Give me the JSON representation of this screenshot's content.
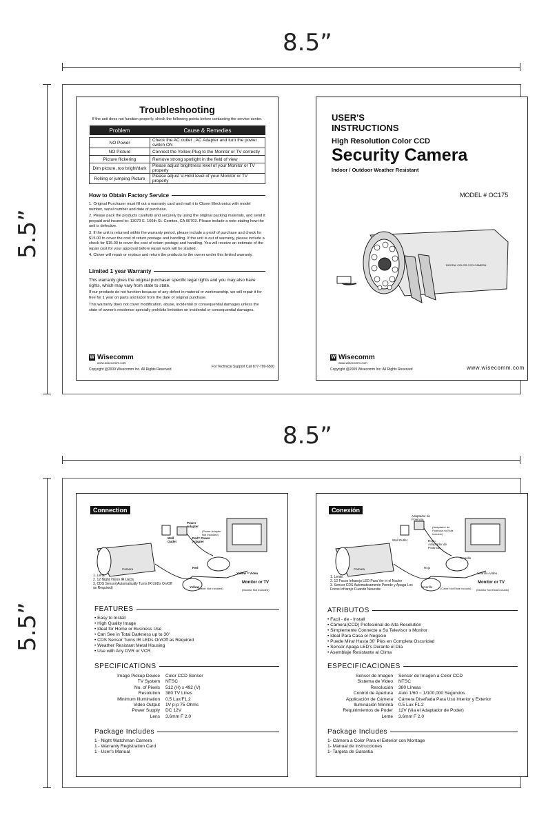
{
  "dims": {
    "width": "8.5”",
    "height": "5.5”"
  },
  "trouble": {
    "title": "Troubleshooting",
    "intro": "If the unit does not function properly, check the following points before contacting the service center.",
    "col_problem": "Problem",
    "col_cause": "Cause & Remedies",
    "rows": [
      {
        "problem": "NO Power",
        "cause": "Check the AC outlet , AC Adapter and turn the power switch ON"
      },
      {
        "problem": "NO Picture",
        "cause": "Connect the Yellow-Plug to the Monitor or TV correctly"
      },
      {
        "problem": "Picture flickering",
        "cause": "Remove strong spotlight in the field of view"
      },
      {
        "problem": "Dim picture, too bright/dark",
        "cause": "Please adjust brightness level of your Monitor or TV properly"
      },
      {
        "problem": "Rolling or jumping Picture",
        "cause": "Please adjust V-Hold level of your Monitor or TV properly"
      }
    ],
    "factory_title": "How to Obtain Factory Service",
    "factory_items": [
      "1. Original Purchaser must fill out a warranty card and mail it to Clover Electronics with model number, serial number and date of purchase.",
      "2. Please pack the products carefully and securely by using the original packing materials, and send it prepaid and insured to:  13073 E. 166th St. Cerritos, CA 90703. Please include a note stating how the unit is defective.",
      "3. If the unit is returned within the warranty period, please include a proof of purchase and check for $15.00 to cover the cost of return postage and handling. If the unit is out of warranty, please include a check for $15.00 to cover the cost of return postage and handling. You will receive an estimate of the repair cost for your approval before repair work will be started.",
      "4. Clover will repair or replace and return the products to the owner under this limited warranty."
    ],
    "warranty_title": "Limited 1 year Warranty",
    "warranty_lead": "This warranty gives the original purchaser specific legal rights and you may also have rights, which may vary from state to state.",
    "warranty_p1": "If our products do not function because of any defect in material or workmanship, we will repair it for free for 1 year on parts and labor from the date of original purchase.",
    "warranty_p2": "This warranty does not cover modification, abuse, incidental or consequential damages unless the state of owner's residence specially prohibits limitation on incidental or consequential damages.",
    "logo": "Wisecomm",
    "logo_url": "www.wisecomm.com",
    "copyright": "Copyright @2009 Wisecomm Inc. All Rights Reserved",
    "support": "For Technical Support Call 877-799-6500"
  },
  "cover": {
    "users": "USER'S",
    "instructions": "INSTRUCTIONS",
    "subtitle": "High Resolution Color CCD",
    "title": "Security Camera",
    "tagline": "Indoor / Outdoor Weather Resistant",
    "model": "MODEL # OC175",
    "camera_label": "DIGITAL COLOR CCD CAMERA",
    "logo": "Wisecomm",
    "logo_url": "www.wisecomm.com",
    "copyright": "Copyright @2009 Wisecomm Inc. All Rights Reserved",
    "website": "www.wisecomm.com"
  },
  "connection": {
    "title": "Connection",
    "power_adapter": "Power Adapter",
    "wall_outlet": "Wall Outlet",
    "red_power": "Red= Power Adapter",
    "not_included": "(Power Adapter Not Included)",
    "yellow_video": "Yellow = Video",
    "red": "Red",
    "yellow": "Yellow",
    "camera": "Camera",
    "cable_note": "(Cable Not Included)",
    "monitor": "Monitor or TV",
    "monitor_note": "(Monitor Not Included)",
    "legend": [
      "1. Lens.",
      "2. 12 Night Vision IR LEDs",
      "3. CDS Sensor(Automatically Turns IR LEDs On/Off as Required)"
    ],
    "features_title": "FEATURES",
    "features": [
      "Easy to Install",
      "High Quality Image",
      "Ideal for Home or Business Use",
      "Can See in Total Darkness up to 30'",
      "CDS Sensor Turns IR LEDs On/Off as Required",
      "Weather Resistant Metal Housing",
      "Use with Any DVR or VCR"
    ],
    "specs_title": "SPECIFICATIONS",
    "specs": [
      {
        "k": "Image Pickup Device",
        "v": "Color CCD Sensor"
      },
      {
        "k": "TV System",
        "v": "NTSC"
      },
      {
        "k": "No. of Pixels",
        "v": "512 (H) x 492 (V)"
      },
      {
        "k": "Resolution",
        "v": "380 TV Lines"
      },
      {
        "k": "Minimum Illumination",
        "v": "0.5 Lux/F1.2"
      },
      {
        "k": "Video Output",
        "v": "1V p-p 75 Ohms"
      },
      {
        "k": "Power Supply",
        "v": "DC 12V"
      },
      {
        "k": "Lens",
        "v": "3.6mm F 2.0"
      }
    ],
    "package_title": "Package Includes",
    "package": [
      "1 - Night Watchman Camera",
      "1 - Warranty Registration Card",
      "1 - User's Manual"
    ]
  },
  "conexion": {
    "title": "Conexión",
    "adaptador": "Adaptador de Potencia",
    "adaptador_note": "(Adaptador de Potencia no Esta Incluido)",
    "wall_outlet": "Wall Outlet",
    "rojo_adapt": "Rojo= Adaptador de Potencia",
    "amarillo": "Amarillo",
    "rojo": "Rojo",
    "amarillo_video": "Amarillo=Video",
    "camara": "Camara",
    "cable_note": "(Cable Not Esta Incluido)",
    "monitor": "Monitor or TV",
    "monitor_note": "(Monitor Not Esta Incluido)",
    "legend": [
      "1. Lente.",
      "2. 12 Focos Infrarojo LED Para Ver in el Noche",
      "3. Sensor CDS Automaticamente Prende y Apaga Los Focos Infrarojo Cuando Nesesite"
    ],
    "features_title": "ATRIBUTOS",
    "features": [
      "Facil - de - Install",
      "Cámera(CCD) Profesiónal de Alta Resolutión",
      "Simplemente Connecte a Su Televisor o Monitor",
      "Ideal Para Casa or Negocio",
      "Puede Mirar Hasta 30' Pies en Completa Oscuridad",
      "Sensor Apaga LED's Durante el Día",
      "Asemblaje Resistante al Clima"
    ],
    "specs_title": "ESPECIFICACIONES",
    "specs": [
      {
        "k": "Sensor de Imagen",
        "v": "Sensor de Imagen a Color CCD"
      },
      {
        "k": "Sistema de Video",
        "v": "NTSC"
      },
      {
        "k": "Resolución",
        "v": "380 Líneas"
      },
      {
        "k": "Control de Apertura",
        "v": "Auto 1/60 ~ 1/100,000 Segundos"
      },
      {
        "k": "Applicación de Cámera",
        "v": "Cámera Diseñada Para Uso Interior y Exterior"
      },
      {
        "k": "Iluminación Mínima",
        "v": "0.5 Lux F1.2"
      },
      {
        "k": "Requirimientos de Poder",
        "v": "12V (Via el Adaptador de Poder)"
      },
      {
        "k": "Lente",
        "v": "3.6mm F 2.0"
      }
    ],
    "package_title": "Package Includes",
    "package": [
      "1- Cámera a Color Para el Exterior con Montage",
      "1- Manual de Instrucciones",
      "1- Targeta de Garantia"
    ]
  }
}
